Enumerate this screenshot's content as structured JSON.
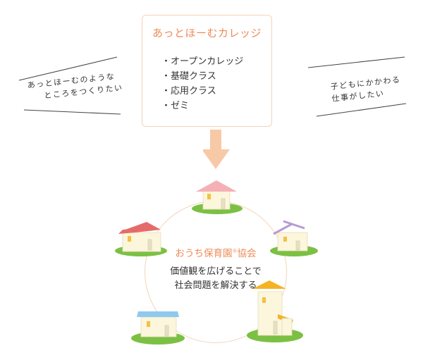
{
  "college": {
    "title": "あっとほーむカレッジ",
    "items": [
      "オープンカレッジ",
      "基礎クラス",
      "応用クラス",
      "ゼミ"
    ]
  },
  "left_note": {
    "line1": "あっとほーむのような",
    "line2": "ところをつくりたい"
  },
  "right_note": {
    "line1": "子どもにかかわる",
    "line2": "仕事がしたい"
  },
  "association": {
    "name_part1": "おうち保育園",
    "mark": "®",
    "name_part2": "協会",
    "line1": "価値観を広げることで",
    "line2": "社会問題を解決する"
  },
  "colors": {
    "accent_orange": "#ee8a56",
    "box_border": "#f4d3b8",
    "arrow": "#f7c9a6",
    "grass": "#7bc043",
    "roof_pink": "#f4b0b6",
    "roof_red": "#e56b6b",
    "roof_purple": "#b79ad3",
    "roof_blue": "#8ec9ee",
    "roof_yellow": "#f5b324"
  }
}
